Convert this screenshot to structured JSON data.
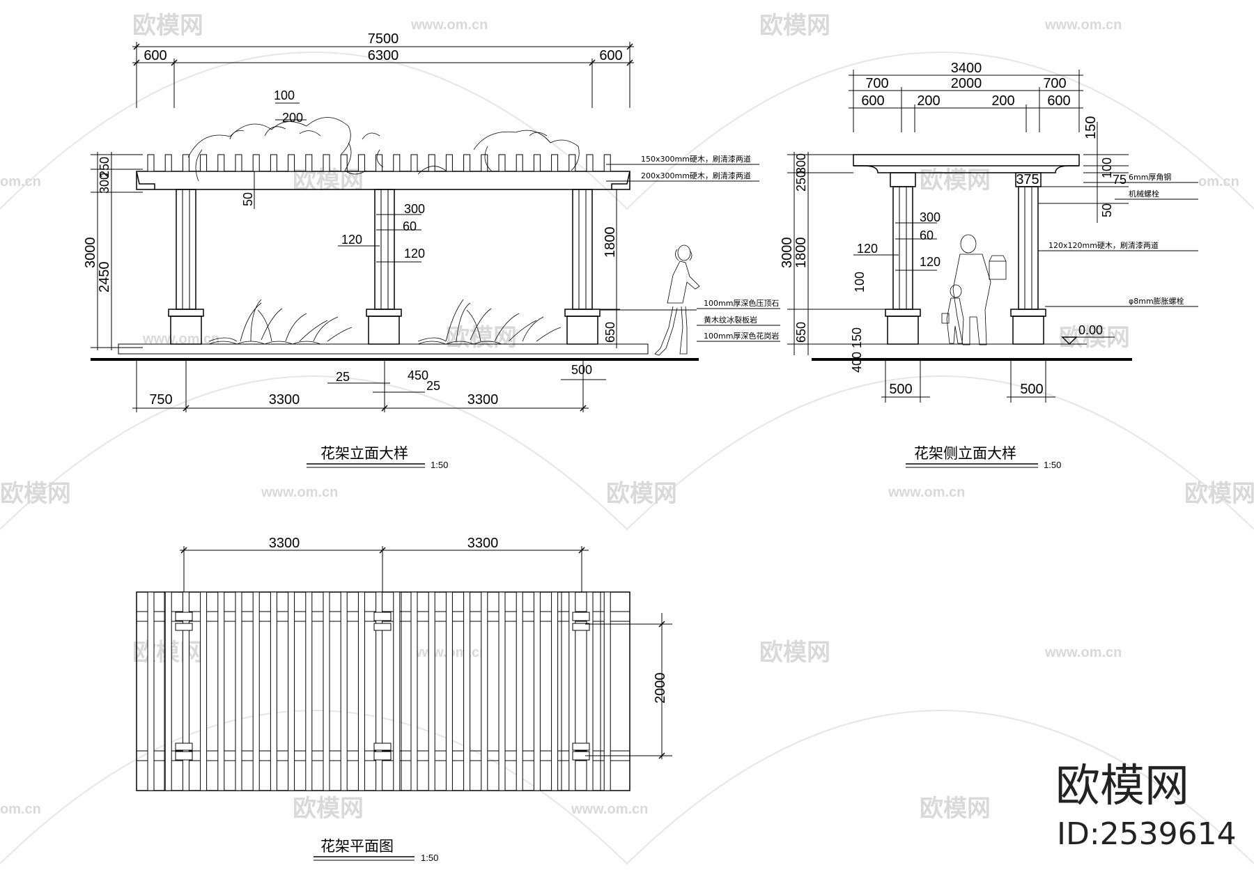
{
  "watermark": {
    "brand": "欧模网",
    "url": "www.om.cn",
    "url_short": "om.cn"
  },
  "brand_block": {
    "name": "欧模网",
    "id_text": "ID:2539614"
  },
  "front_elevation": {
    "title": "花架立面大样",
    "scale": "1:50",
    "dims_top": {
      "total": "7500",
      "left": "600",
      "middle": "6300",
      "right": "600"
    },
    "dims_upper": {
      "d100": "100",
      "d200": "200",
      "d50": "50"
    },
    "dims_left": {
      "d250": "250",
      "d300": "300",
      "d3000": "3000",
      "d2450": "2450"
    },
    "dims_column": {
      "d300": "300",
      "d60": "60",
      "d120a": "120",
      "d120b": "120"
    },
    "dims_right": {
      "d1800": "1800",
      "d650": "650",
      "d500": "500"
    },
    "dims_bottom": {
      "d25a": "25",
      "d450": "450",
      "d25b": "25",
      "d750": "750",
      "d3300a": "3300",
      "d3300b": "3300"
    },
    "notes": {
      "beam_top": "150x300mm硬木，刷清漆两道",
      "beam_main": "200x300mm硬木，刷清漆两道",
      "cap": "100mm厚深色压顶石",
      "veneer": "黄木纹冰裂板岩",
      "base": "100mm厚深色花岗岩"
    }
  },
  "side_elevation": {
    "title": "花架侧立面大样",
    "scale": "1:50",
    "dims_top": {
      "total": "3400",
      "left": "700",
      "middle": "2000",
      "right": "700"
    },
    "dims_second": {
      "a": "600",
      "b": "200",
      "c": "200",
      "d": "600"
    },
    "dims_right": {
      "d150": "150",
      "d100": "100",
      "d75": "75",
      "d375": "375",
      "d50": "50"
    },
    "dims_left": {
      "d250": "250",
      "d300": "300",
      "d3000": "3000",
      "d1800": "1800",
      "d100": "100",
      "d650": "650",
      "d150": "150",
      "d400": "400"
    },
    "dims_column": {
      "d300": "300",
      "d60": "60",
      "d120a": "120",
      "d120b": "120"
    },
    "dims_bottom": {
      "a": "500",
      "b": "500"
    },
    "level": "0.00",
    "notes": {
      "angle": "6mm厚角钢",
      "bolt": "机械螺栓",
      "post": "120x120mm硬木，刷清漆两道",
      "anchor": "φ8mm膨胀螺栓"
    }
  },
  "plan": {
    "title": "花架平面图",
    "scale": "1:50",
    "dims_top": {
      "a": "3300",
      "b": "3300"
    },
    "dims_right": {
      "d2000": "2000"
    }
  }
}
